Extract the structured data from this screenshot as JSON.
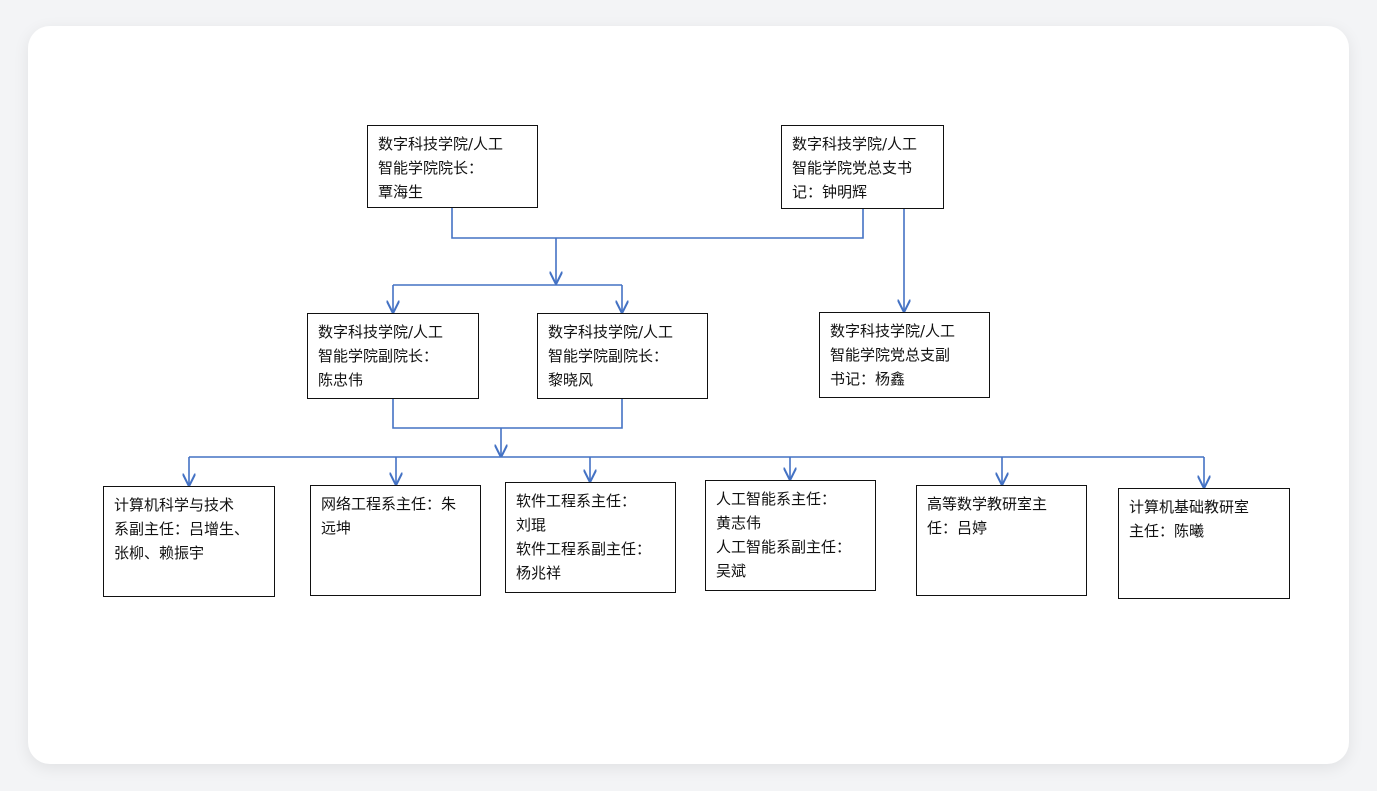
{
  "diagram": {
    "top": [
      {
        "name": "dean",
        "lines": [
          "数字科技学院/人工",
          "智能学院院长：",
          "覃海生"
        ]
      },
      {
        "name": "party-secretary",
        "lines": [
          "数字科技学院/人工",
          "智能学院党总支书",
          "记：钟明辉"
        ]
      }
    ],
    "middle": [
      {
        "name": "vice-dean-1",
        "lines": [
          "数字科技学院/人工",
          "智能学院副院长：",
          "陈忠伟"
        ]
      },
      {
        "name": "vice-dean-2",
        "lines": [
          "数字科技学院/人工",
          "智能学院副院长：",
          "黎晓风"
        ]
      },
      {
        "name": "deputy-party-secretary",
        "lines": [
          "数字科技学院/人工",
          "智能学院党总支副",
          "书记：杨鑫"
        ]
      }
    ],
    "bottom": [
      {
        "name": "computer-science-dept",
        "lines": [
          "计算机科学与技术",
          "系副主任：吕增生、",
          "张柳、赖振宇"
        ]
      },
      {
        "name": "network-engineering-dept",
        "lines": [
          "网络工程系主任：朱",
          "远坤"
        ]
      },
      {
        "name": "software-engineering-dept",
        "lines": [
          "软件工程系主任：",
          "刘琨",
          "软件工程系副主任：",
          "杨兆祥"
        ]
      },
      {
        "name": "ai-dept",
        "lines": [
          "人工智能系主任：",
          "黄志伟",
          "人工智能系副主任：",
          "吴斌"
        ]
      },
      {
        "name": "advanced-math-office",
        "lines": [
          "高等数学教研室主",
          "任：吕婷"
        ]
      },
      {
        "name": "computer-basics-office",
        "lines": [
          "计算机基础教研室",
          "主任：陈曦"
        ]
      }
    ]
  },
  "style": {
    "connector_color": "#4472c4",
    "box_border_color": "#111111"
  }
}
